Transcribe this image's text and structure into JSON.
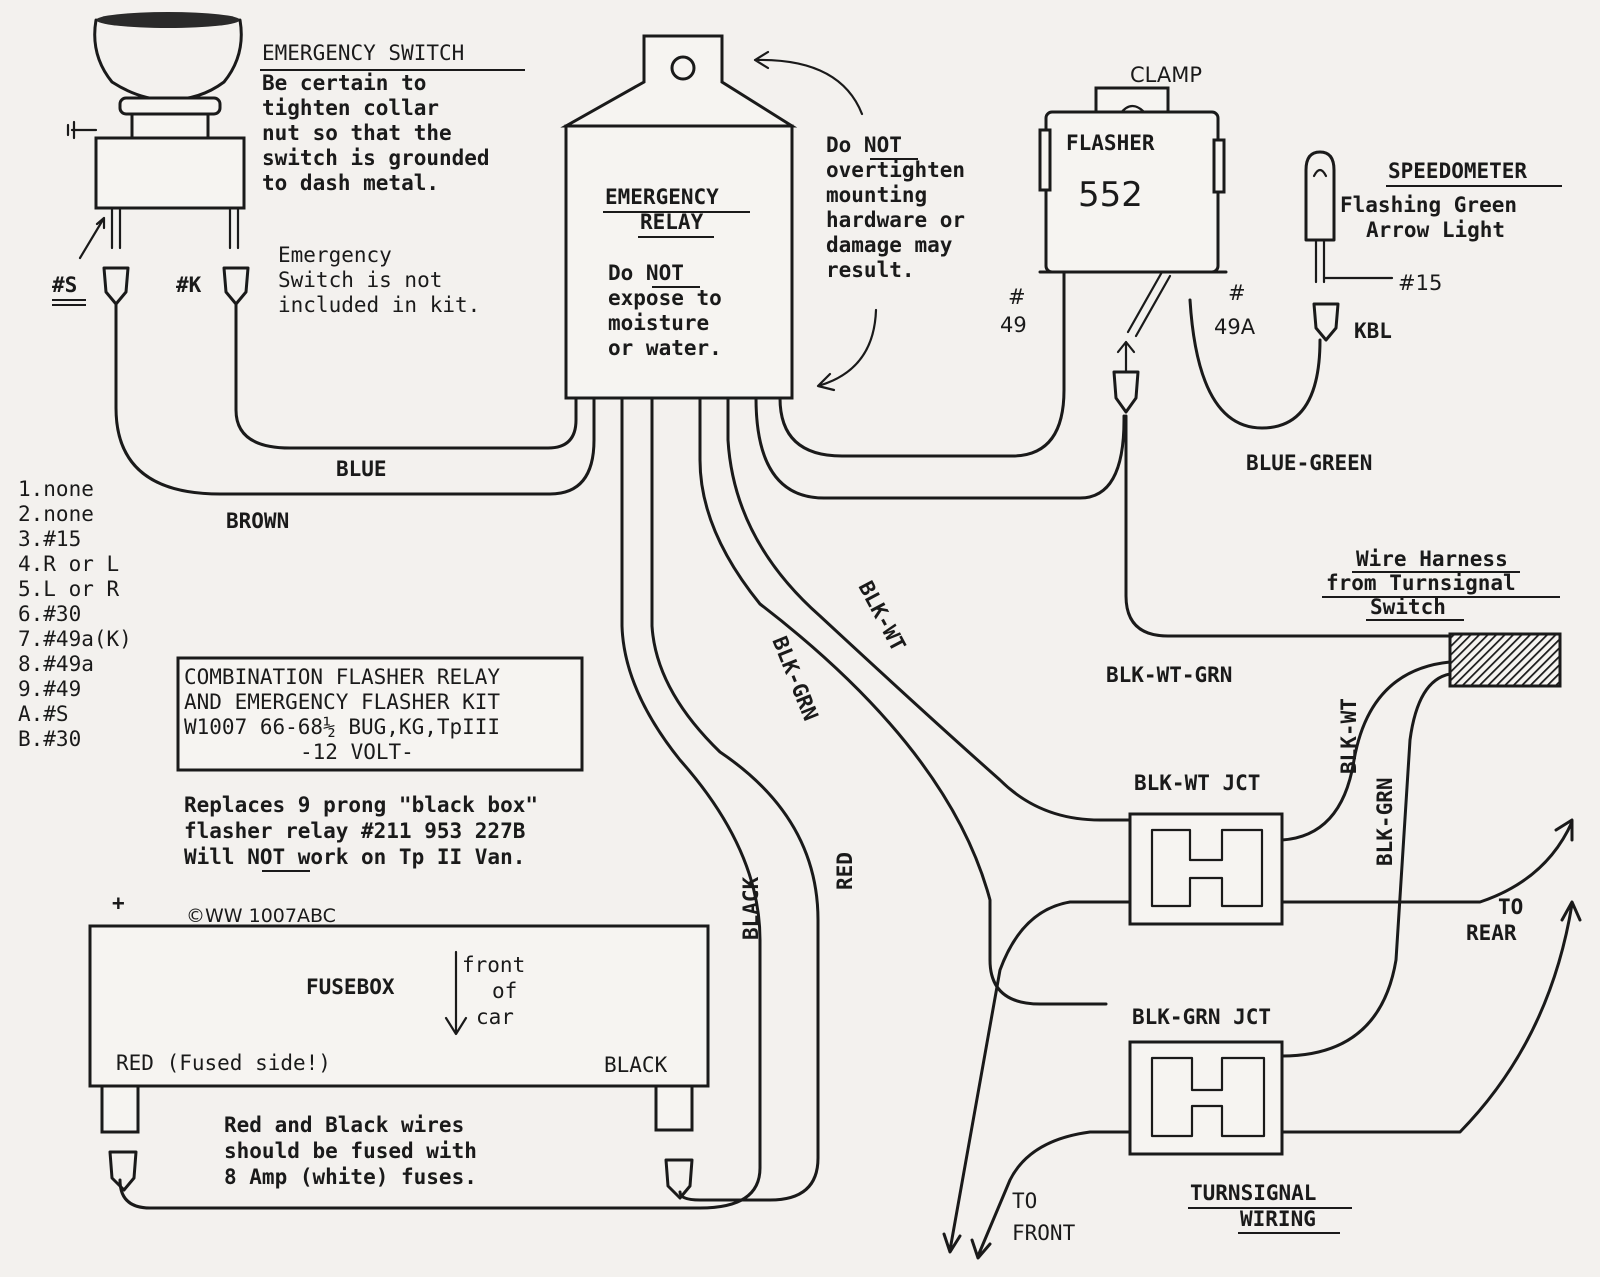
{
  "switch": {
    "title": "EMERGENCY SWITCH",
    "note": [
      "Be certain to",
      "tighten collar",
      "nut so that the",
      "switch is grounded",
      "to dash metal."
    ],
    "terminal_s": "#S",
    "terminal_k": "#K",
    "not_included": [
      "Emergency",
      "Switch is not",
      "included in kit."
    ]
  },
  "relay": {
    "title": [
      "EMERGENCY",
      "RELAY"
    ],
    "note": [
      "Do NOT",
      "expose to",
      "moisture",
      "or water."
    ],
    "caution": [
      "Do NOT",
      "overtighten",
      "mounting",
      "hardware or",
      "damage may",
      "result."
    ]
  },
  "flasher": {
    "clamp": "CLAMP",
    "title": "FLASHER",
    "number": "552",
    "term_49_a": "#",
    "term_49_b": "49",
    "term_49a_a": "#",
    "term_49a_b": "49A"
  },
  "speedometer": {
    "title": "SPEEDOMETER",
    "line1": "Flashing Green",
    "line2": "Arrow Light",
    "term15": "#15",
    "kbl": "KBL"
  },
  "wires": {
    "blue": "BLUE",
    "brown": "BROWN",
    "blue_green": "BLUE-GREEN",
    "blk_wt": "BLK-WT",
    "blk_grn": "BLK-GRN",
    "blk_wt_grn": "BLK-WT-GRN",
    "black": "BLACK",
    "red": "RED",
    "blk_wt_2": "BLK-WT",
    "blk_grn_2": "BLK-GRN"
  },
  "pin_list": [
    "1.none",
    "2.none",
    "3.#15",
    "4.R or L",
    "5.L or R",
    "6.#30",
    "7.#49a(K)",
    "8.#49a",
    "9.#49",
    "A.#S",
    "B.#30"
  ],
  "kit_box": [
    "COMBINATION FLASHER RELAY",
    "AND EMERGENCY FLASHER KIT",
    "W1007 66-68½ BUG,KG,TpIII",
    "-12 VOLT-"
  ],
  "replaces": [
    "Replaces 9 prong \"black box\"",
    "flasher relay #211 953 227B",
    "Will NOT work on Tp II Van."
  ],
  "copyright": "©WW 1007ABC",
  "plus": "+",
  "fusebox": {
    "title": "FUSEBOX",
    "front_1": "front",
    "front_2": "of",
    "front_3": "car",
    "red_side": "RED (Fused side!)",
    "black": "BLACK"
  },
  "fuse_note": [
    "Red and Black wires",
    "should be fused with",
    "8 Amp (white) fuses."
  ],
  "harness": [
    "Wire Harness",
    "from Turnsignal",
    "Switch"
  ],
  "junctions": {
    "blk_wt": "BLK-WT JCT",
    "blk_grn": "BLK-GRN JCT"
  },
  "to_rear": [
    "TO",
    "REAR"
  ],
  "to_front": [
    "TO",
    "FRONT"
  ],
  "turnsignal": [
    "TURNSIGNAL",
    "WIRING"
  ]
}
